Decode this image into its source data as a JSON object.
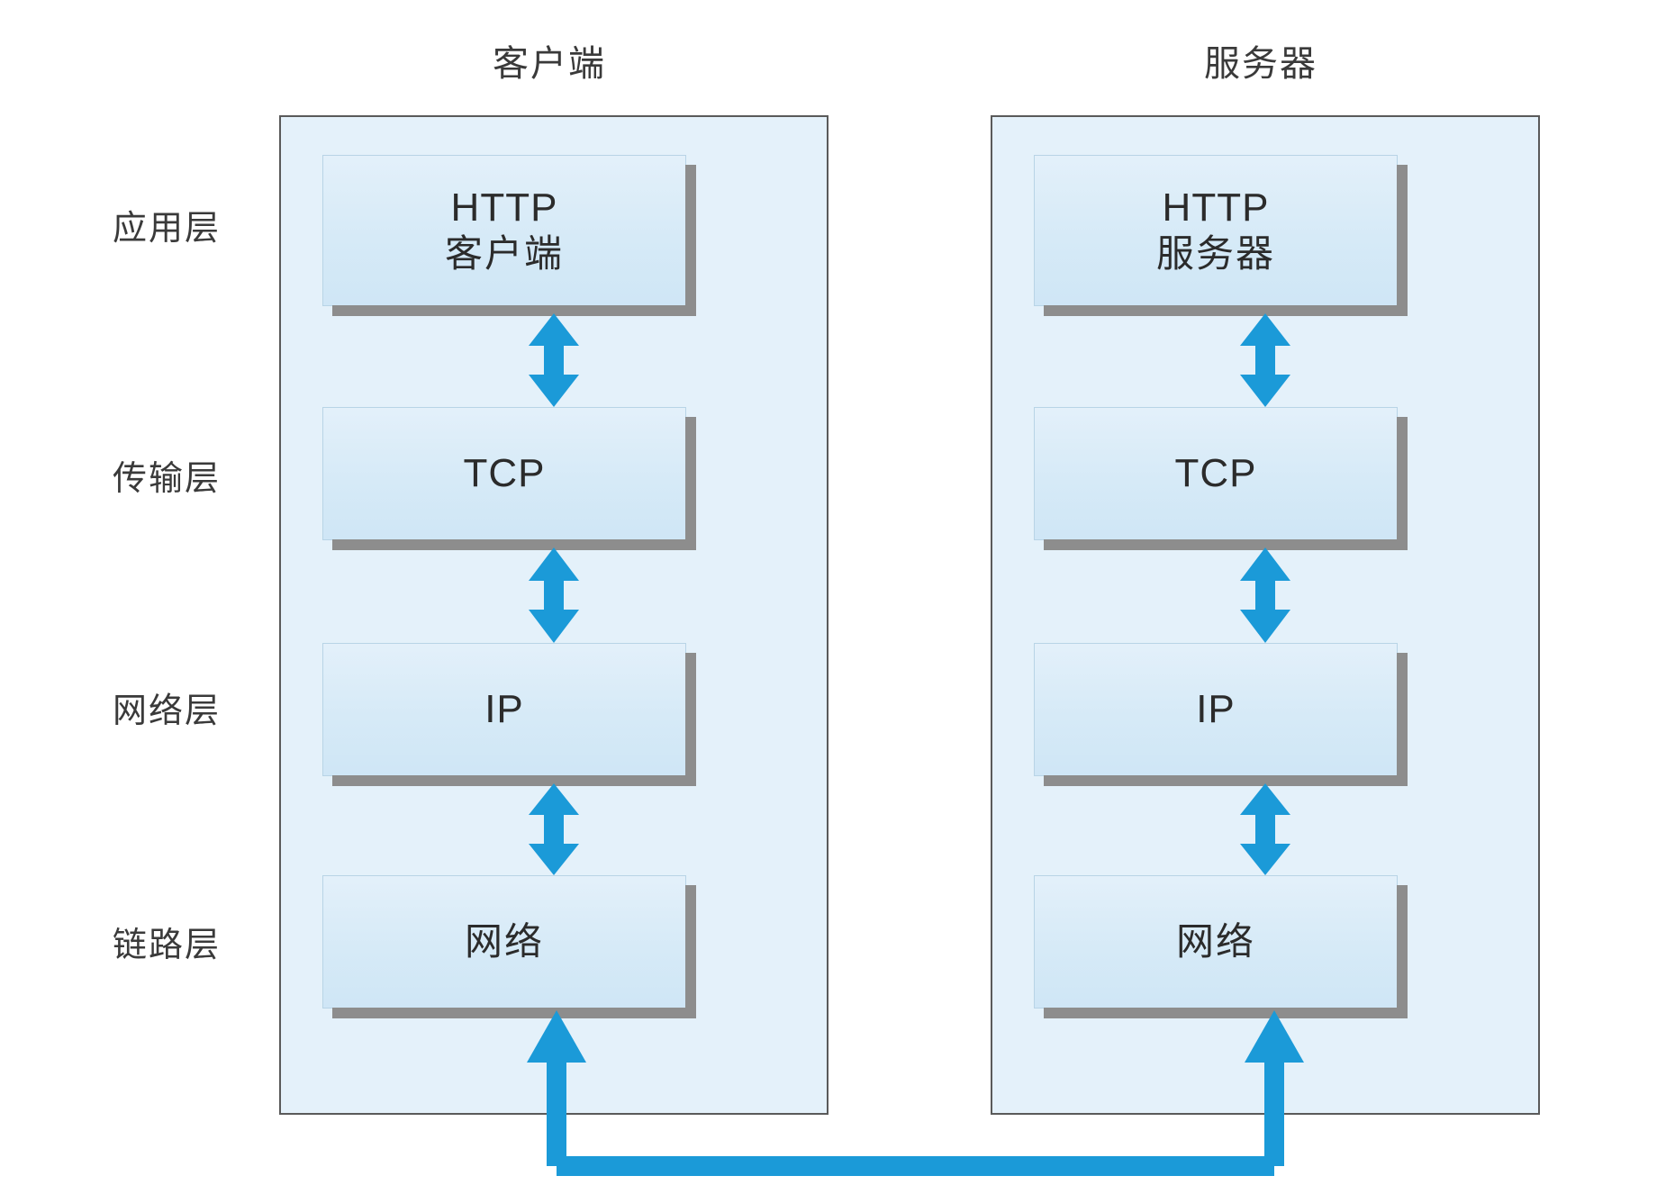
{
  "diagram": {
    "title_client": "客户端",
    "title_server": "服务器",
    "layer_labels": [
      {
        "name": "application",
        "label": "应用层"
      },
      {
        "name": "transport",
        "label": "传输层"
      },
      {
        "name": "network",
        "label": "网络层"
      },
      {
        "name": "link",
        "label": "链路层"
      }
    ],
    "client_stack": [
      {
        "name": "http-client",
        "primary": "HTTP",
        "secondary": "客户端"
      },
      {
        "name": "tcp",
        "primary": "TCP",
        "secondary": ""
      },
      {
        "name": "ip",
        "primary": "IP",
        "secondary": ""
      },
      {
        "name": "network",
        "primary": "网络",
        "secondary": ""
      }
    ],
    "server_stack": [
      {
        "name": "http-server",
        "primary": "HTTP",
        "secondary": "服务器"
      },
      {
        "name": "tcp",
        "primary": "TCP",
        "secondary": ""
      },
      {
        "name": "ip",
        "primary": "IP",
        "secondary": ""
      },
      {
        "name": "network",
        "primary": "网络",
        "secondary": ""
      }
    ],
    "connectors": {
      "vertical_arrow_style": "double-headed",
      "bottom_link_style": "u-shaped-double-arrow",
      "bottom_link_label": ""
    },
    "colors": {
      "accent_blue": "#1b9ad8",
      "panel_fill": "#e4f1fa",
      "panel_border": "#5a5a5a",
      "box_fill_top": "#e3f0fa",
      "box_fill_bottom": "#cfe6f6",
      "box_shadow": "#8d8d8d",
      "text": "#2b2b2b",
      "background": "#ffffff"
    }
  }
}
